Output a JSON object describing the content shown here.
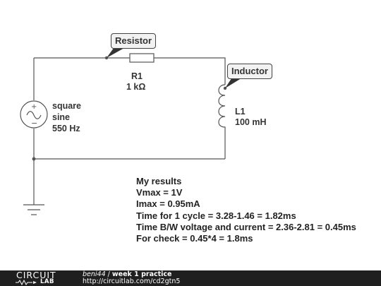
{
  "schematic": {
    "source": {
      "line1": "square",
      "line2": "sine",
      "frequency": "550 Hz"
    },
    "resistor": {
      "ref": "R1",
      "value": "1 kΩ",
      "callout": "Resistor"
    },
    "inductor": {
      "ref": "L1",
      "value": "100 mH",
      "callout": "Inductor"
    }
  },
  "notes": {
    "heading": "My results",
    "lines": [
      "Vmax = 1V",
      "Imax = 0.95mA",
      "Time for 1 cycle = 3.28-1.46 = 1.82ms",
      "Time B/W voltage and current = 2.36-2.81 = 0.45ms",
      "For check = 0.45*4 = 1.8ms"
    ]
  },
  "footer": {
    "logo_top": "CIRCUIT",
    "logo_bottom": "LAB",
    "user": "beni44",
    "separator": "/",
    "title": "week 1 practice",
    "url": "http://circuitlab.com/cd2gtn5"
  },
  "colors": {
    "wire": "#555555",
    "text": "#333333",
    "footer_bg": "#1f1f1f"
  }
}
